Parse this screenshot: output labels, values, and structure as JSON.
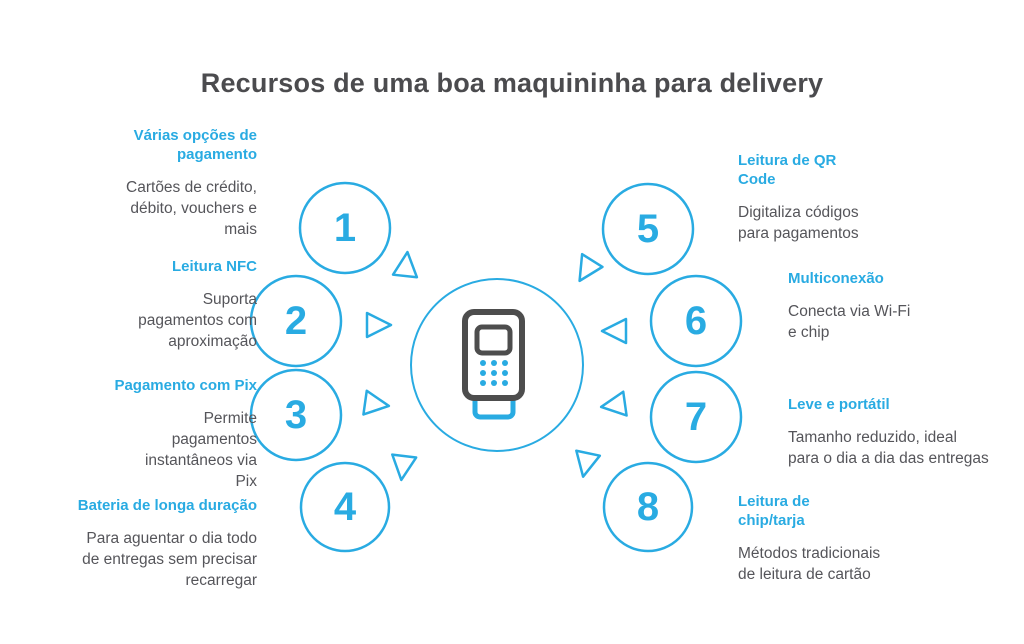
{
  "title": "Recursos de uma boa maquininha para delivery",
  "center_icon": "pos-terminal-icon",
  "colors": {
    "accent": "#29abe2",
    "title": "#4b4b4e",
    "body": "#55555a",
    "terminal": "#4d4d4d",
    "background": "#ffffff"
  },
  "items": [
    {
      "number": "1",
      "heading": "Várias opções de\npagamento",
      "body": "Cartões de crédito,\ndébito, vouchers e\nmais"
    },
    {
      "number": "2",
      "heading": "Leitura NFC",
      "body": "Suporta\npagamentos com\naproximação"
    },
    {
      "number": "3",
      "heading": "Pagamento com Pix",
      "body": "Permite\npagamentos\ninstantâneos via\nPix"
    },
    {
      "number": "4",
      "heading": "Bateria de longa duração",
      "body": "Para aguentar o dia todo\nde entregas sem precisar\nrecarregar"
    },
    {
      "number": "5",
      "heading": "Leitura de QR\nCode",
      "body": "Digitaliza códigos\npara pagamentos"
    },
    {
      "number": "6",
      "heading": "Multiconexão",
      "body": "Conecta via Wi-Fi\ne chip"
    },
    {
      "number": "7",
      "heading": "Leve e portátil",
      "body": "Tamanho reduzido, ideal\npara o dia a dia das entregas"
    },
    {
      "number": "8",
      "heading": "Leitura de\nchip/tarja",
      "body": "Métodos tradicionais\nde leitura de cartão"
    }
  ]
}
